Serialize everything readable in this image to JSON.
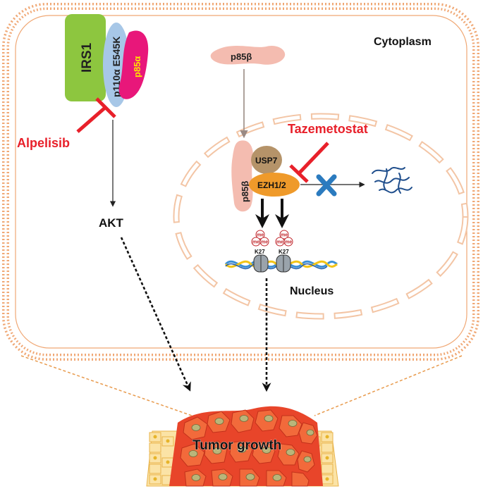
{
  "compartments": {
    "cytoplasm": "Cytoplasm",
    "nucleus": "Nucleus"
  },
  "proteins": {
    "irs1": "IRS1",
    "p110a": "p110α E545K",
    "p85a": "p85α",
    "p85b_cyto": "p85β",
    "p85b_nuc": "p85β",
    "usp7": "USP7",
    "ezh": "EZH1/2",
    "akt": "AKT"
  },
  "drugs": {
    "alpelisib": "Alpelisib",
    "tazemetostat": "Tazemetostat"
  },
  "histone_marks": {
    "me": "me",
    "k27_left": "K27",
    "k27_right": "K27"
  },
  "outcome": "Tumor growth",
  "colors": {
    "membrane": "#f0a875",
    "inhibitor": "#e8202a",
    "irs1": "#8dc63f",
    "p110a": "#a7c7e7",
    "p85a": "#e8177a",
    "p85a_text": "#ffe100",
    "p85b": "#f4bcb0",
    "usp7": "#b59369",
    "ezh": "#ef9a2a",
    "block_x": "#2b7bbf",
    "dna_blue": "#3b8fd6",
    "dna_yellow": "#f2c418",
    "tumor_red": "#e8452a",
    "normal_cell": "#fbe3a6"
  }
}
